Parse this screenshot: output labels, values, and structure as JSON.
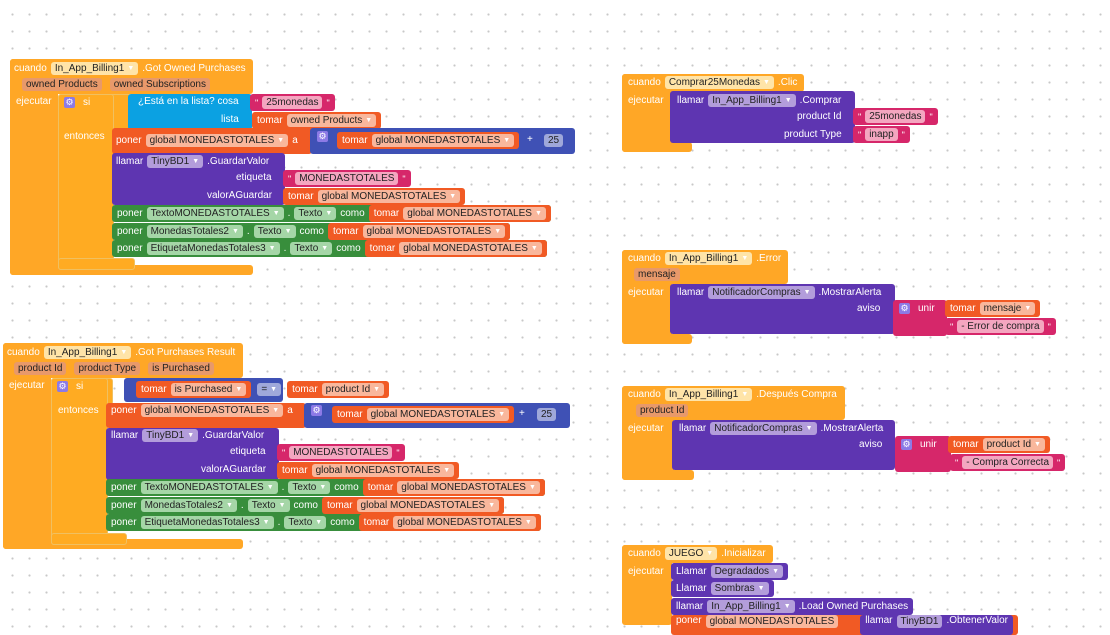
{
  "common": {
    "cuando": "cuando",
    "ejecutar": "ejecutar",
    "si": "si",
    "entonces": "entonces",
    "tomar": "tomar",
    "poner": "poner",
    "a": "a",
    "plus": "+",
    "llamar": "llamar",
    "Llamar": "Llamar",
    "como": "como",
    "dot": ".",
    "etiqueta": "etiqueta",
    "valorAGuardar": "valorAGuardar",
    "aviso": "aviso",
    "unir": "unir",
    "quote": "\"",
    "dropdown": "▾",
    "global_var": "global MONEDASTOTALES",
    "num": "25",
    "tiny": "TinyBD1",
    "guardar": ".GuardarValor",
    "tag": "MONEDASTOTALES",
    "texto": "Texto",
    "eq": "="
  },
  "setters": [
    "TextoMONEDASTOTALES",
    "MonedasTotales2",
    "EtiquetaMonedasTotales3"
  ],
  "owned": {
    "component": "In_App_Billing1",
    "event": ".Got Owned Purchases",
    "params": [
      "owned Products",
      "owned Subscriptions"
    ],
    "check": "¿Está en la lista? cosa",
    "lista": "lista",
    "item": "25monedas",
    "list_var": "owned Products"
  },
  "result": {
    "component": "In_App_Billing1",
    "event": ".Got Purchases Result",
    "params": [
      "product Id",
      "product Type",
      "is Purchased"
    ],
    "left_var": "is Purchased",
    "right_var": "product Id"
  },
  "comprar": {
    "component": "Comprar25Monedas",
    "event": ".Clic",
    "target": "In_App_Billing1",
    "method": ".Comprar",
    "arg1": "product Id",
    "val1": "25monedas",
    "arg2": "product Type",
    "val2": "inapp"
  },
  "error": {
    "component": "In_App_Billing1",
    "event": ".Error",
    "param": "mensaje",
    "notifier": "NotificadorCompras",
    "method": ".MostrarAlerta",
    "var": "mensaje",
    "text": "- Error de compra"
  },
  "despues": {
    "component": "In_App_Billing1",
    "event": ".Después Compra",
    "param": "product Id",
    "notifier": "NotificadorCompras",
    "method": ".MostrarAlerta",
    "var": "product Id",
    "text": "- Compra Correcta"
  },
  "juego": {
    "component": "JUEGO",
    "event": ".Inicializar",
    "calls": [
      "Degradados",
      "Sombras"
    ],
    "billing": "In_App_Billing1",
    "load": ".Load Owned Purchases",
    "partial_var": "global MONEDASTOTALES",
    "partial_method": ".ObtenerValor"
  }
}
